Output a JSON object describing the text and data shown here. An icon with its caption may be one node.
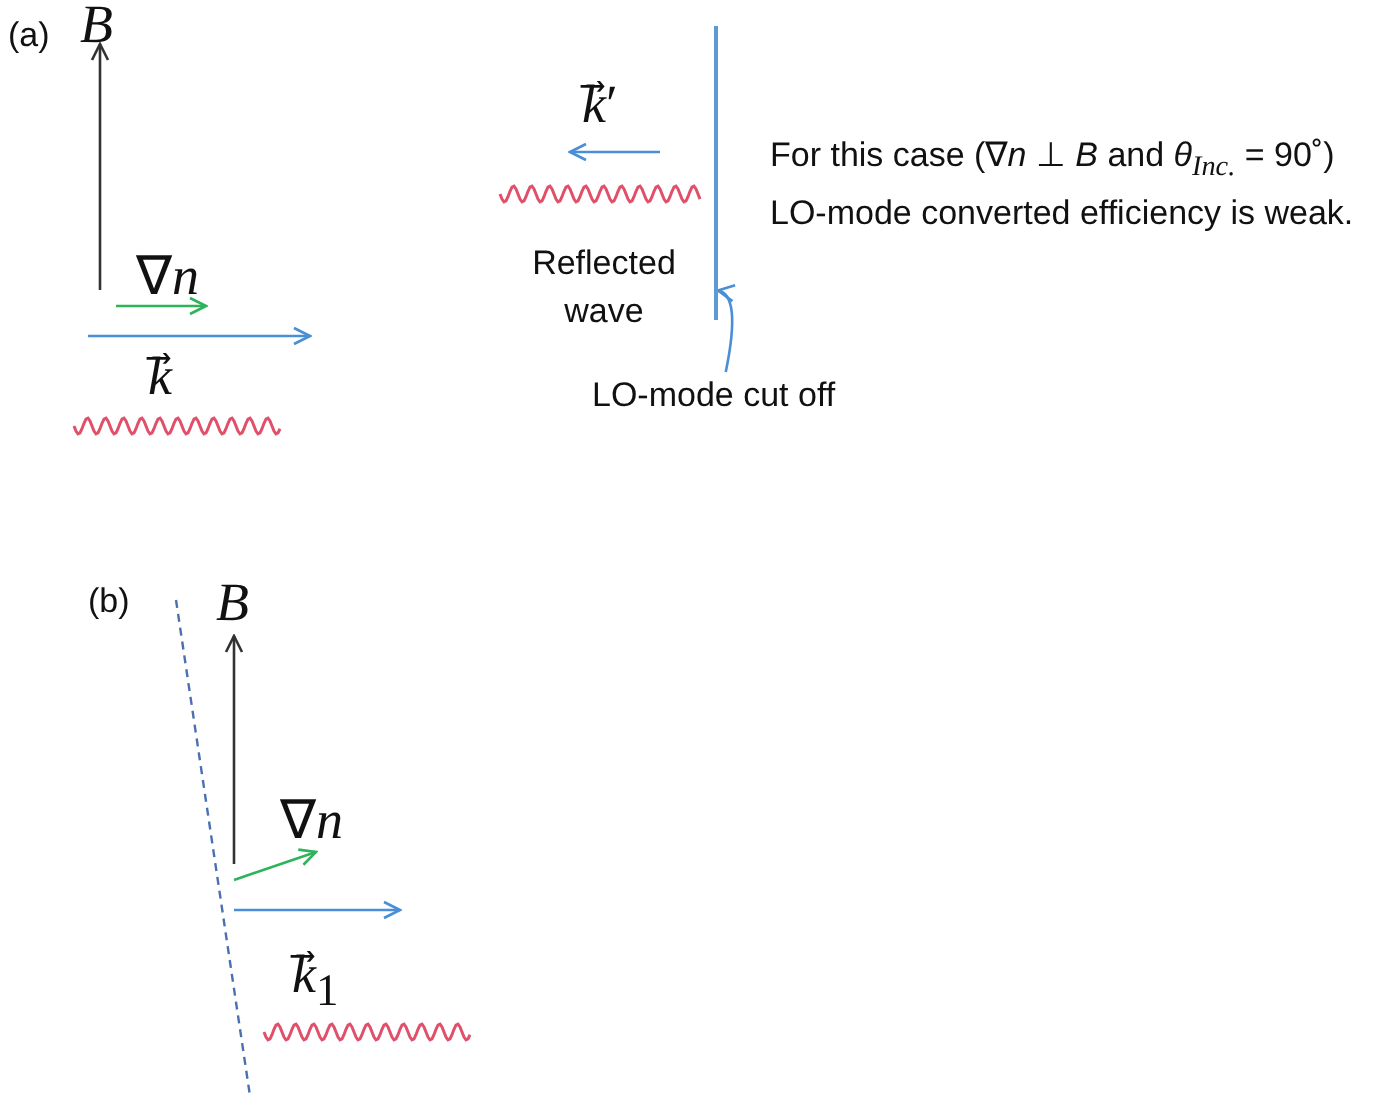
{
  "diagram": {
    "nodes": [
      {
        "text": [
          "LO-mode cut off"
        ]
      },
      {
        "text": [],
        "shape": "line"
      }
    ],
    "edges": [
      {
        "from": 0,
        "to": 1,
        "arrow": "to"
      }
    ],
    "labels": [
      "(a)",
      "*B*",
      "*k*⃗′",
      "For this case (∇*n* ⊥ *B* and *θ*$_{Inc.}$ = 90˚) LO-mode converted efficiency is weak.",
      "∇*n*",
      "Reflected wave",
      "*k*⃗",
      "(b)",
      "*B*",
      "∇*n*",
      "*k*⃗$_{1}$"
    ]
  }
}
